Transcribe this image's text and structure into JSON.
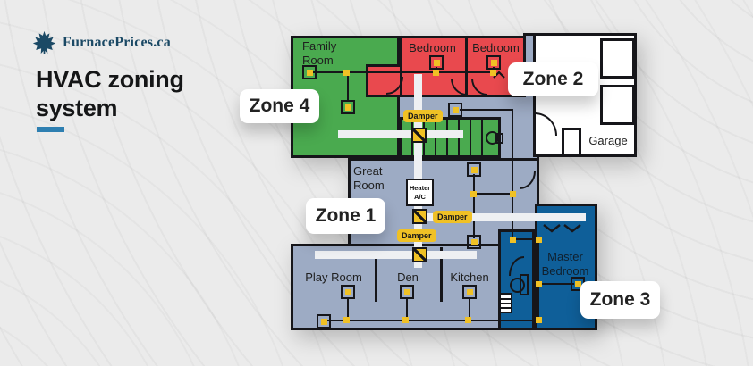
{
  "brand": {
    "name": "FurnacePrices.ca"
  },
  "header": {
    "title": "HVAC zoning system"
  },
  "zone_labels": {
    "zone1": "Zone 1",
    "zone2": "Zone 2",
    "zone3": "Zone 3",
    "zone4": "Zone 4"
  },
  "rooms": {
    "family_room": "Family Room",
    "bedroom_1": "Bedroom",
    "bedroom_2": "Bedroom",
    "garage": "Garage",
    "great_room": "Great Room",
    "play_room": "Play Room",
    "den": "Den",
    "kitchen": "Kitchen",
    "master_bedroom": "Master Bedroom"
  },
  "equipment": {
    "heater": "Heater A/C",
    "damper_top": "Damper",
    "damper_mid": "Damper",
    "damper_bottom": "Damper"
  },
  "colors": {
    "zone1_gray": "#9dabc4",
    "zone2_red": "#e9494e",
    "zone3_blue": "#0f5f99",
    "zone4_green": "#4aaa4f",
    "damper_yellow": "#f0c125",
    "accent_blue": "#2e7fb1",
    "brand_navy": "#1b4965",
    "background": "#ebebeb"
  }
}
